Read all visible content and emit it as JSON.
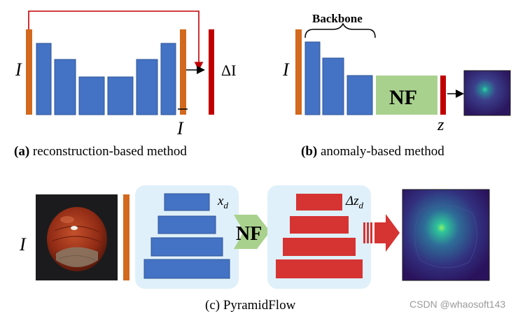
{
  "panel_a": {
    "input_label": "I",
    "recon_label": "I",
    "diff_label": "ΔI",
    "caption_letter": "(a)",
    "caption_text": "reconstruction-based method"
  },
  "panel_b": {
    "input_label": "I",
    "backbone_label": "Backbone",
    "nf_label": "NF",
    "z_label": "z",
    "caption_letter": "(b)",
    "caption_text": "anomaly-based method"
  },
  "panel_c": {
    "input_label": "I",
    "xd_label": "x",
    "xd_sub": "d",
    "dz_label": "Δz",
    "dz_sub": "d",
    "nf_label": "NF",
    "caption": "(c) PyramidFlow"
  },
  "watermark": "CSDN @whaosoft143",
  "colors": {
    "orange": "#d2691e",
    "blue": "#4472c4",
    "blue_border": "#2f5597",
    "red": "#c00000",
    "red_block": "#d63333",
    "green": "#a9d18e",
    "light_blue": "#dff0fa",
    "heatmap_bg": "#2a1a5e"
  }
}
